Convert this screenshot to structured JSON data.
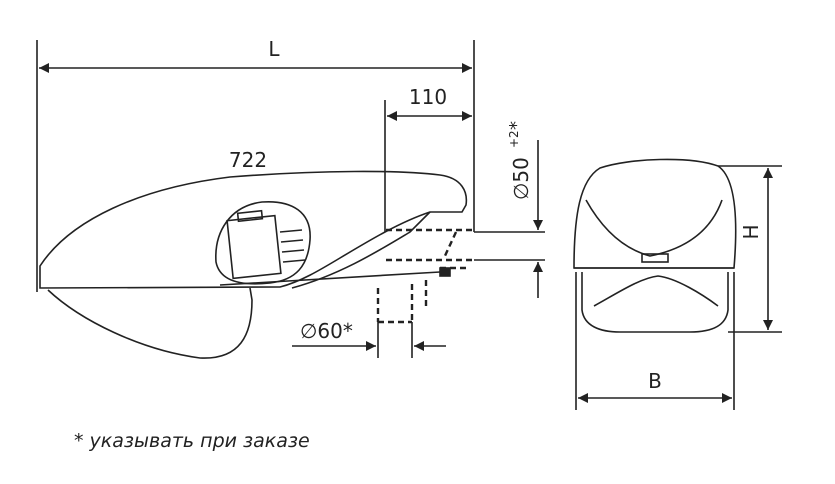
{
  "dimensions": {
    "length": "L",
    "mount_offset": "110",
    "body_length": "722",
    "pipe_diameter_top": "∅50",
    "pipe_tolerance": "+2",
    "pipe_star": "*",
    "pipe_diameter_bottom": "∅60*",
    "height": "H",
    "width": "B"
  },
  "footnote": "* указывать при заказе"
}
